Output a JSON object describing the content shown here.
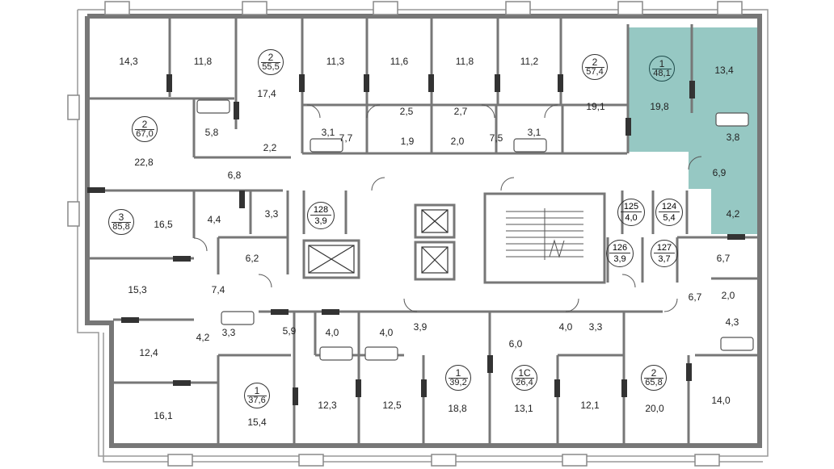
{
  "highlight_color": "#96c8c3",
  "apartments": [
    {
      "id": "apt-top-left-2",
      "rooms": "2",
      "total": "55,5"
    },
    {
      "id": "apt-top-right-2",
      "rooms": "2",
      "total": "57,4"
    },
    {
      "id": "apt-selected-1",
      "rooms": "1",
      "total": "48,1"
    },
    {
      "id": "apt-left-2",
      "rooms": "2",
      "total": "67,0"
    },
    {
      "id": "apt-left-3",
      "rooms": "3",
      "total": "85,8"
    },
    {
      "id": "apt-bottom-1a",
      "rooms": "1",
      "total": "37,6"
    },
    {
      "id": "apt-bottom-1b",
      "rooms": "1",
      "total": "39,2"
    },
    {
      "id": "apt-bottom-1c",
      "rooms": "1С",
      "total": "26,4"
    },
    {
      "id": "apt-bottom-2",
      "rooms": "2",
      "total": "65,8"
    }
  ],
  "storage_rooms": [
    {
      "num": "128",
      "area": "3,9"
    },
    {
      "num": "125",
      "area": "4,0"
    },
    {
      "num": "124",
      "area": "5,4"
    },
    {
      "num": "126",
      "area": "3,9"
    },
    {
      "num": "127",
      "area": "3,7"
    }
  ],
  "room_areas": [
    "14,3",
    "11,8",
    "17,4",
    "11,3",
    "11,6",
    "11,8",
    "11,2",
    "19,1",
    "19,8",
    "13,4",
    "5,8",
    "2,2",
    "2,5",
    "2,7",
    "3,1",
    "7,7",
    "1,9",
    "2,0",
    "7,5",
    "3,1",
    "3,8",
    "6,9",
    "22,8",
    "6,8",
    "16,5",
    "4,4",
    "3,3",
    "4,2",
    "6,2",
    "15,3",
    "7,4",
    "6,7",
    "6,7",
    "2,0",
    "4,3",
    "3,3",
    "4,2",
    "5,9",
    "4,0",
    "4,0",
    "3,9",
    "6,0",
    "4,0",
    "3,3",
    "12,4",
    "16,1",
    "15,4",
    "12,3",
    "12,5",
    "18,8",
    "13,1",
    "12,1",
    "20,0",
    "14,0"
  ]
}
